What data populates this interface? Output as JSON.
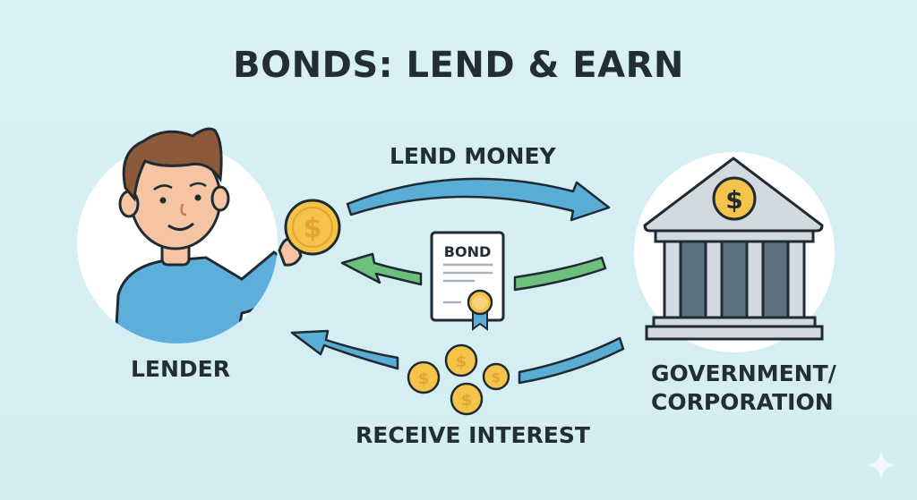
{
  "title": "BONDS: LEND & EARN",
  "labels": {
    "lend_money": "LEND MONEY",
    "lender": "LENDER",
    "government_line1": "GOVERNMENT/",
    "government_line2": "CORPORATION",
    "receive_interest": "RECEIVE INTEREST"
  },
  "bond_document": {
    "title": "BOND"
  },
  "icons": {
    "lender": "person-holding-coin-icon",
    "institution": "bank-building-icon",
    "bond": "certificate-icon",
    "coins": "dollar-coin-icon",
    "sparkle": "sparkle-icon"
  },
  "colors": {
    "background": "#d5eff5",
    "text": "#222d36",
    "blue_arrow": "#5aaed6",
    "green_arrow": "#6cc07c",
    "coin": "#f5c24a",
    "shirt": "#5eaedc",
    "hair": "#8b5a3a",
    "skin": "#f5c4a2",
    "building_light": "#d2d9e0",
    "building_dark": "#5e7381"
  }
}
